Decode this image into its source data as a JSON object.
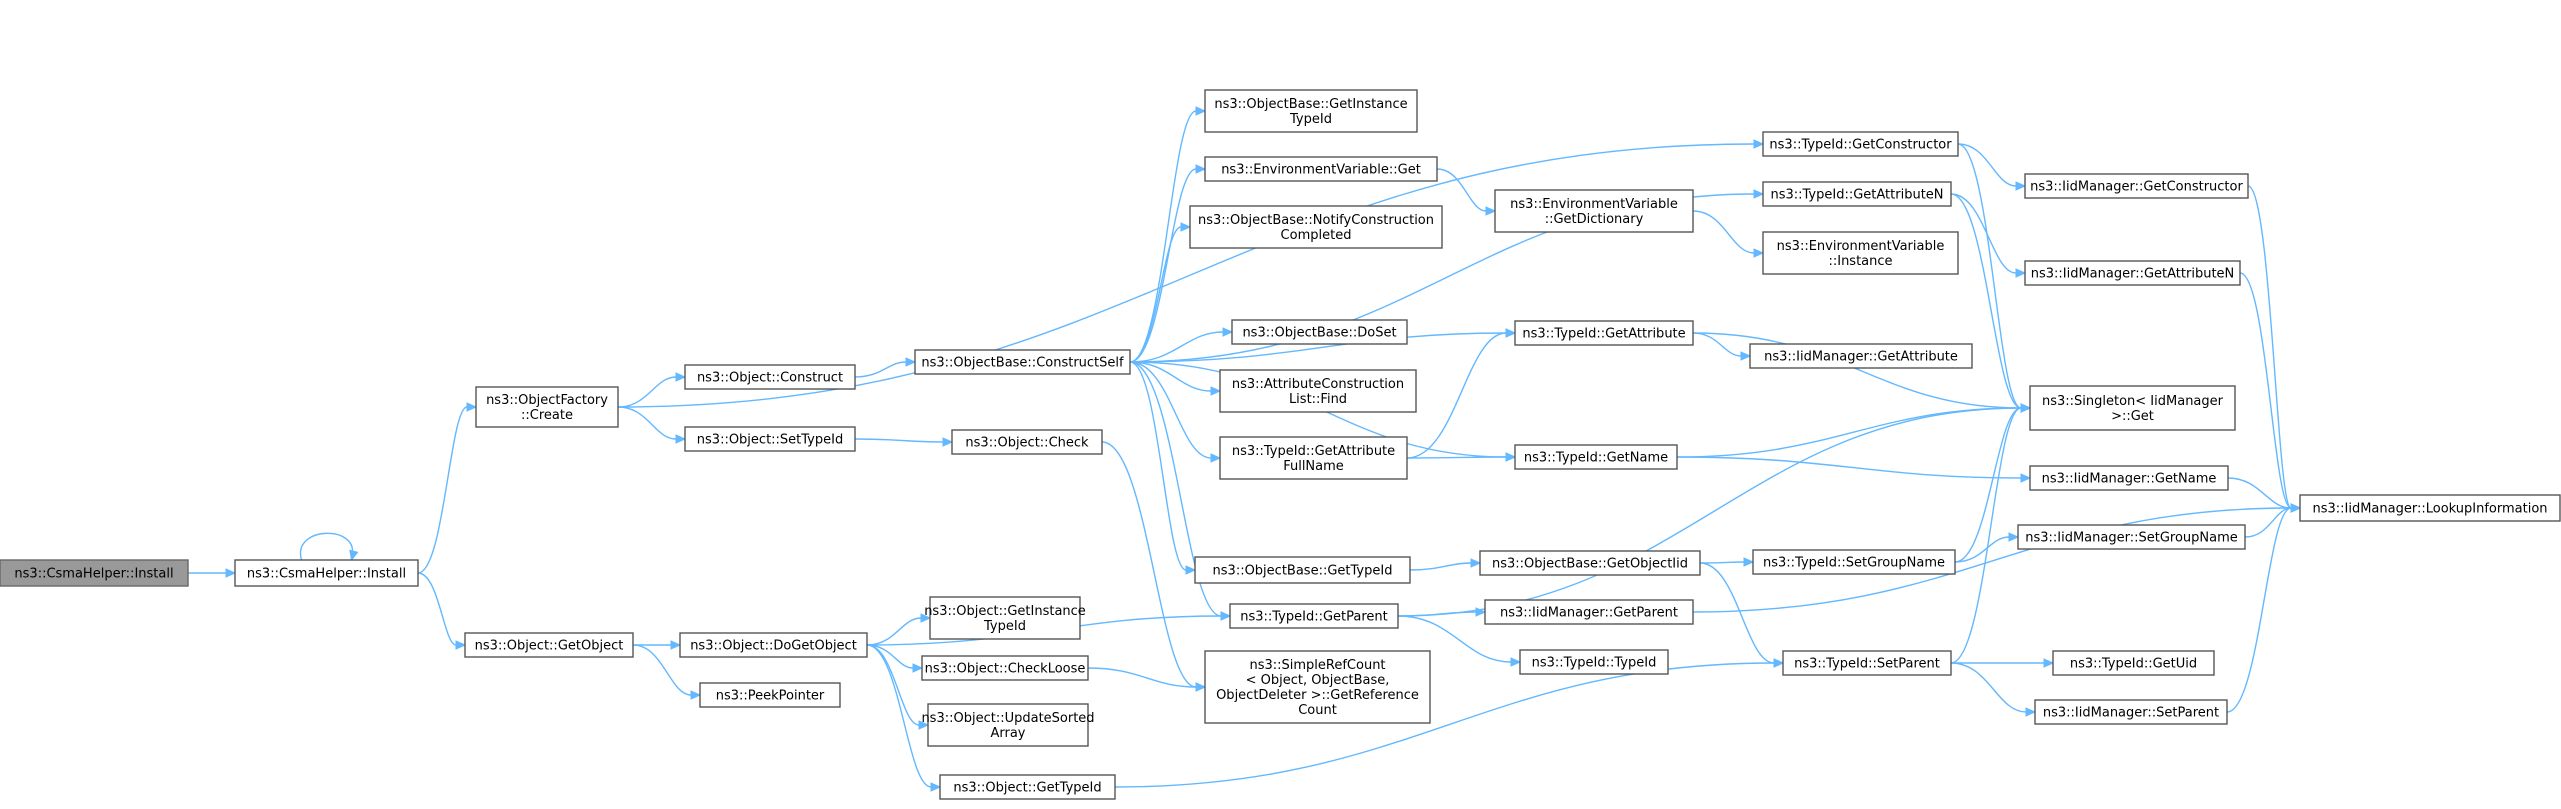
{
  "nodes": {
    "csma_install_root": [
      "ns3::CsmaHelper::Install"
    ],
    "csma_install": [
      "ns3::CsmaHelper::Install"
    ],
    "factory_create": [
      "ns3::ObjectFactory",
      "::Create"
    ],
    "object_construct": [
      "ns3::Object::Construct"
    ],
    "object_settypeid": [
      "ns3::Object::SetTypeId"
    ],
    "objectbase_constructself": [
      "ns3::ObjectBase::ConstructSelf"
    ],
    "object_check": [
      "ns3::Object::Check"
    ],
    "objectbase_getinstancetypeid": [
      "ns3::ObjectBase::GetInstance",
      "TypeId"
    ],
    "envvar_get": [
      "ns3::EnvironmentVariable::Get"
    ],
    "objectbase_notifyconstruction": [
      "ns3::ObjectBase::NotifyConstruction",
      "Completed"
    ],
    "objectbase_doset": [
      "ns3::ObjectBase::DoSet"
    ],
    "attrconstruction_find": [
      "ns3::AttributeConstruction",
      "List::Find"
    ],
    "typeid_getattributefullname": [
      "ns3::TypeId::GetAttribute",
      "FullName"
    ],
    "objectbase_gettypeid": [
      "ns3::ObjectBase::GetTypeId"
    ],
    "typeid_getparent": [
      "ns3::TypeId::GetParent"
    ],
    "simplerefcount_getref": [
      "ns3::SimpleRefCount",
      "< Object, ObjectBase,",
      "ObjectDeleter >::GetReference",
      "Count"
    ],
    "envvar_getdictionary": [
      "ns3::EnvironmentVariable",
      "::GetDictionary"
    ],
    "typeid_getattribute": [
      "ns3::TypeId::GetAttribute"
    ],
    "typeid_getname": [
      "ns3::TypeId::GetName"
    ],
    "objectbase_getobjectiid": [
      "ns3::ObjectBase::GetObjectIid"
    ],
    "iidmanager_getparent": [
      "ns3::IidManager::GetParent"
    ],
    "typeid_typeid": [
      "ns3::TypeId::TypeId"
    ],
    "typeid_getconstructor": [
      "ns3::TypeId::GetConstructor"
    ],
    "typeid_getattributen": [
      "ns3::TypeId::GetAttributeN"
    ],
    "envvar_instance": [
      "ns3::EnvironmentVariable",
      "::Instance"
    ],
    "iidmanager_getattribute": [
      "ns3::IidManager::GetAttribute"
    ],
    "typeid_setgroupname": [
      "ns3::TypeId::SetGroupName"
    ],
    "typeid_setparent": [
      "ns3::TypeId::SetParent"
    ],
    "iidmanager_getconstructor": [
      "ns3::IidManager::GetConstructor"
    ],
    "iidmanager_getattributen": [
      "ns3::IidManager::GetAttributeN"
    ],
    "singleton_get": [
      "ns3::Singleton< IidManager",
      ">::Get"
    ],
    "iidmanager_getname": [
      "ns3::IidManager::GetName"
    ],
    "iidmanager_setgroupname": [
      "ns3::IidManager::SetGroupName"
    ],
    "typeid_getuid": [
      "ns3::TypeId::GetUid"
    ],
    "iidmanager_setparent": [
      "ns3::IidManager::SetParent"
    ],
    "iidmanager_lookupinformation": [
      "ns3::IidManager::LookupInformation"
    ],
    "object_getobject": [
      "ns3::Object::GetObject"
    ],
    "peekpointer": [
      "ns3::PeekPointer"
    ],
    "object_dogetobject": [
      "ns3::Object::DoGetObject"
    ],
    "object_getinstancetypeid": [
      "ns3::Object::GetInstance",
      "TypeId"
    ],
    "object_checkloose": [
      "ns3::Object::CheckLoose"
    ],
    "object_updatesortedarray": [
      "ns3::Object::UpdateSorted",
      "Array"
    ],
    "object_gettypeid": [
      "ns3::Object::GetTypeId"
    ]
  },
  "edges": [
    [
      "csma_install_root",
      "csma_install"
    ],
    [
      "csma_install",
      "csma_install"
    ],
    [
      "csma_install",
      "factory_create"
    ],
    [
      "csma_install",
      "object_getobject"
    ],
    [
      "factory_create",
      "object_construct"
    ],
    [
      "factory_create",
      "object_settypeid"
    ],
    [
      "factory_create",
      "typeid_getconstructor"
    ],
    [
      "object_construct",
      "objectbase_constructself"
    ],
    [
      "object_settypeid",
      "object_check"
    ],
    [
      "object_check",
      "simplerefcount_getref"
    ],
    [
      "objectbase_constructself",
      "objectbase_getinstancetypeid"
    ],
    [
      "objectbase_constructself",
      "envvar_get"
    ],
    [
      "objectbase_constructself",
      "objectbase_notifyconstruction"
    ],
    [
      "objectbase_constructself",
      "objectbase_doset"
    ],
    [
      "objectbase_constructself",
      "attrconstruction_find"
    ],
    [
      "objectbase_constructself",
      "typeid_getattributefullname"
    ],
    [
      "objectbase_constructself",
      "objectbase_gettypeid"
    ],
    [
      "objectbase_constructself",
      "typeid_getparent"
    ],
    [
      "objectbase_constructself",
      "typeid_getattribute"
    ],
    [
      "objectbase_constructself",
      "typeid_getname"
    ],
    [
      "objectbase_constructself",
      "typeid_getattributen"
    ],
    [
      "envvar_get",
      "envvar_getdictionary"
    ],
    [
      "envvar_getdictionary",
      "envvar_instance"
    ],
    [
      "typeid_getattributefullname",
      "typeid_getattribute"
    ],
    [
      "typeid_getattributefullname",
      "typeid_getname"
    ],
    [
      "objectbase_gettypeid",
      "objectbase_getobjectiid"
    ],
    [
      "typeid_getparent",
      "singleton_get"
    ],
    [
      "typeid_getparent",
      "iidmanager_getparent"
    ],
    [
      "typeid_getparent",
      "typeid_typeid"
    ],
    [
      "typeid_getattribute",
      "iidmanager_getattribute"
    ],
    [
      "typeid_getattribute",
      "singleton_get"
    ],
    [
      "typeid_getname",
      "singleton_get"
    ],
    [
      "typeid_getname",
      "iidmanager_getname"
    ],
    [
      "objectbase_getobjectiid",
      "typeid_setgroupname"
    ],
    [
      "objectbase_getobjectiid",
      "typeid_setparent"
    ],
    [
      "typeid_getconstructor",
      "iidmanager_getconstructor"
    ],
    [
      "typeid_getconstructor",
      "singleton_get"
    ],
    [
      "typeid_getattributen",
      "iidmanager_getattributen"
    ],
    [
      "typeid_getattributen",
      "singleton_get"
    ],
    [
      "typeid_setgroupname",
      "singleton_get"
    ],
    [
      "typeid_setgroupname",
      "iidmanager_setgroupname"
    ],
    [
      "typeid_setparent",
      "singleton_get"
    ],
    [
      "typeid_setparent",
      "typeid_getuid"
    ],
    [
      "typeid_setparent",
      "iidmanager_setparent"
    ],
    [
      "iidmanager_getparent",
      "iidmanager_lookupinformation"
    ],
    [
      "iidmanager_getconstructor",
      "iidmanager_lookupinformation"
    ],
    [
      "iidmanager_getattributen",
      "iidmanager_lookupinformation"
    ],
    [
      "iidmanager_getname",
      "iidmanager_lookupinformation"
    ],
    [
      "iidmanager_setgroupname",
      "iidmanager_lookupinformation"
    ],
    [
      "iidmanager_setparent",
      "iidmanager_lookupinformation"
    ],
    [
      "object_getobject",
      "object_dogetobject"
    ],
    [
      "object_getobject",
      "peekpointer"
    ],
    [
      "object_dogetobject",
      "typeid_getparent"
    ],
    [
      "object_dogetobject",
      "object_getinstancetypeid"
    ],
    [
      "object_dogetobject",
      "object_checkloose"
    ],
    [
      "object_dogetobject",
      "object_updatesortedarray"
    ],
    [
      "object_dogetobject",
      "object_gettypeid"
    ],
    [
      "object_checkloose",
      "simplerefcount_getref"
    ],
    [
      "object_gettypeid",
      "typeid_setparent"
    ]
  ]
}
